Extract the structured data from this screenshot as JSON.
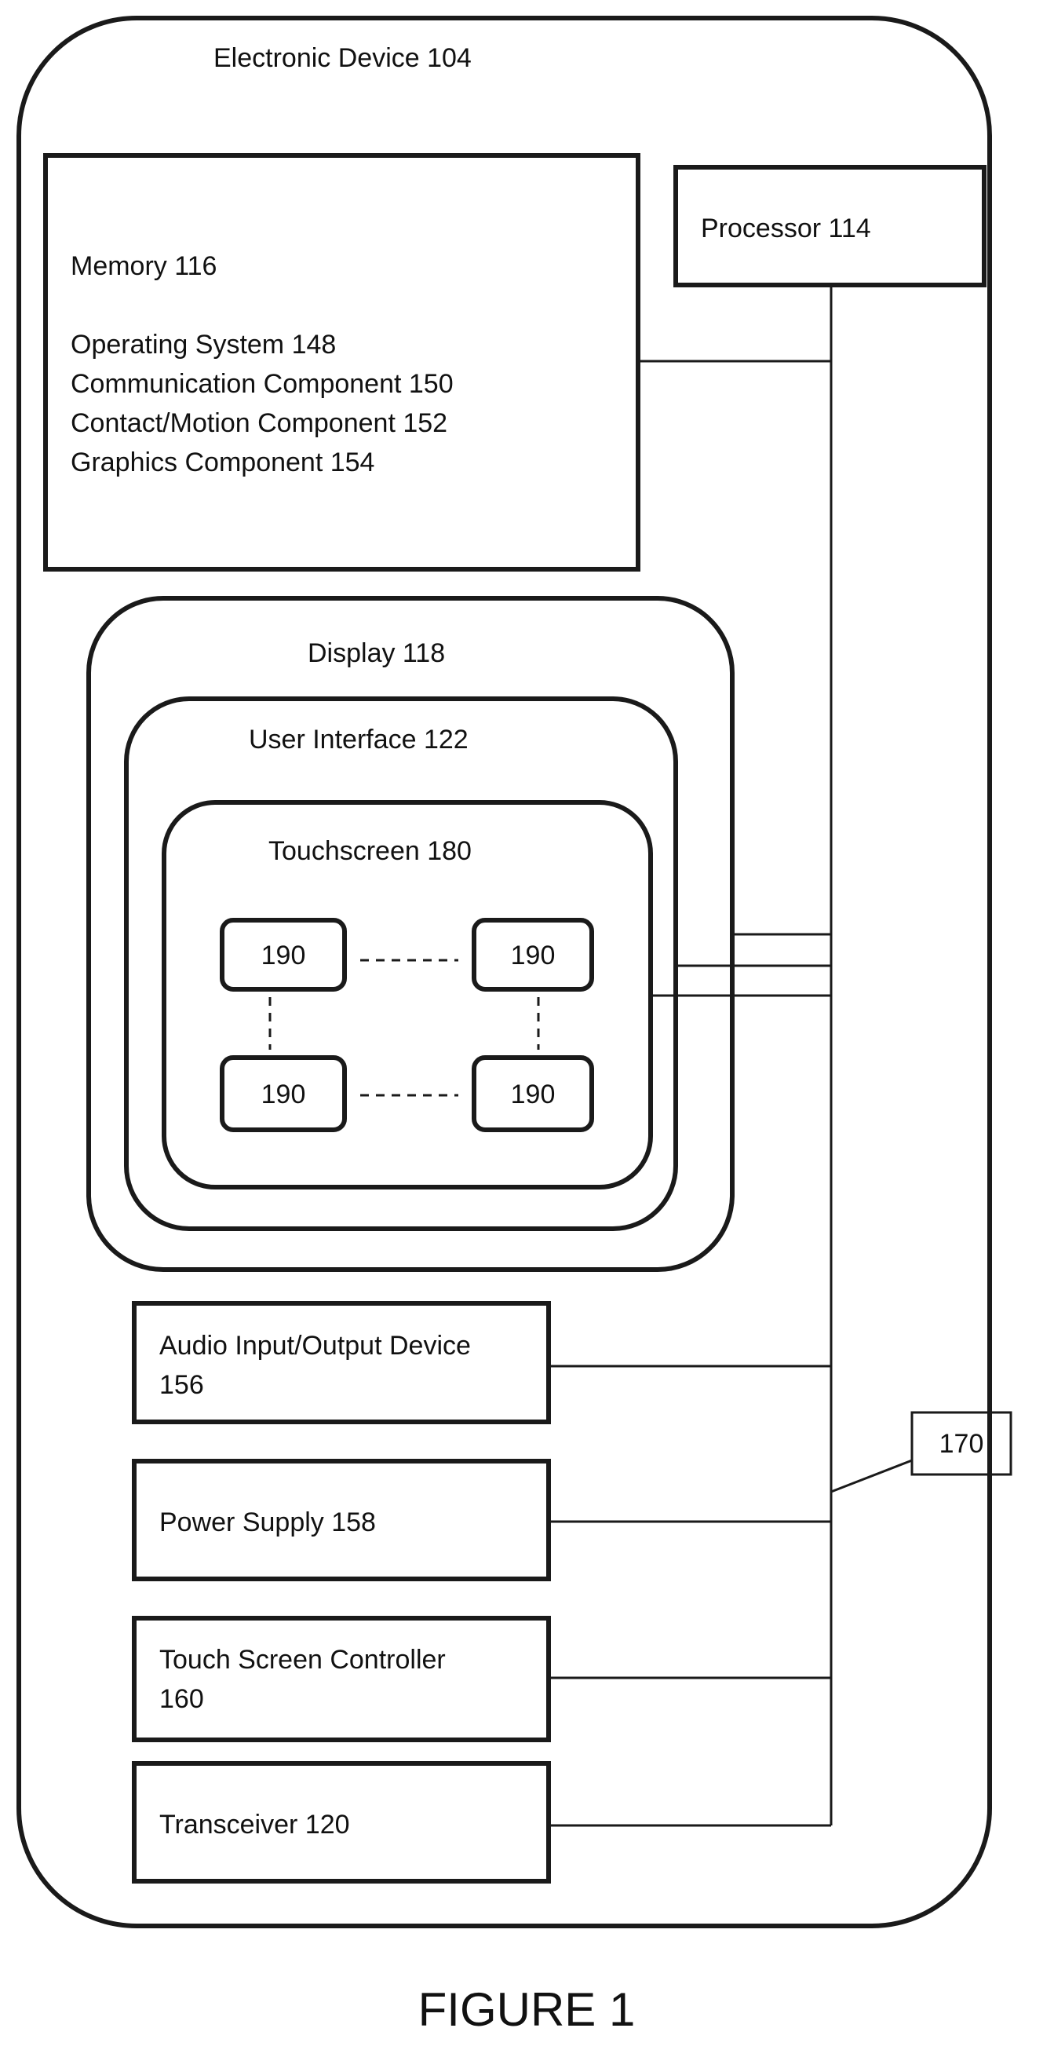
{
  "device": {
    "label": "Electronic Device 104"
  },
  "memory": {
    "title": "Memory 116",
    "items": [
      "Operating System 148",
      "Communication Component 150",
      "Contact/Motion Component 152",
      "Graphics Component 154"
    ]
  },
  "processor": {
    "label": "Processor 114"
  },
  "display": {
    "label": "Display 118"
  },
  "user_interface": {
    "label": "User Interface 122"
  },
  "touchscreen": {
    "label": "Touchscreen 180"
  },
  "touch_nodes": [
    "190",
    "190",
    "190",
    "190"
  ],
  "audio": {
    "line1": "Audio Input/Output Device",
    "line2": "156"
  },
  "power": {
    "label": "Power Supply 158"
  },
  "touch_controller": {
    "line1": "Touch Screen Controller",
    "line2": "160"
  },
  "transceiver": {
    "label": "Transceiver 120"
  },
  "bus_ref": {
    "label": "170"
  },
  "figure": {
    "caption": "FIGURE 1"
  }
}
